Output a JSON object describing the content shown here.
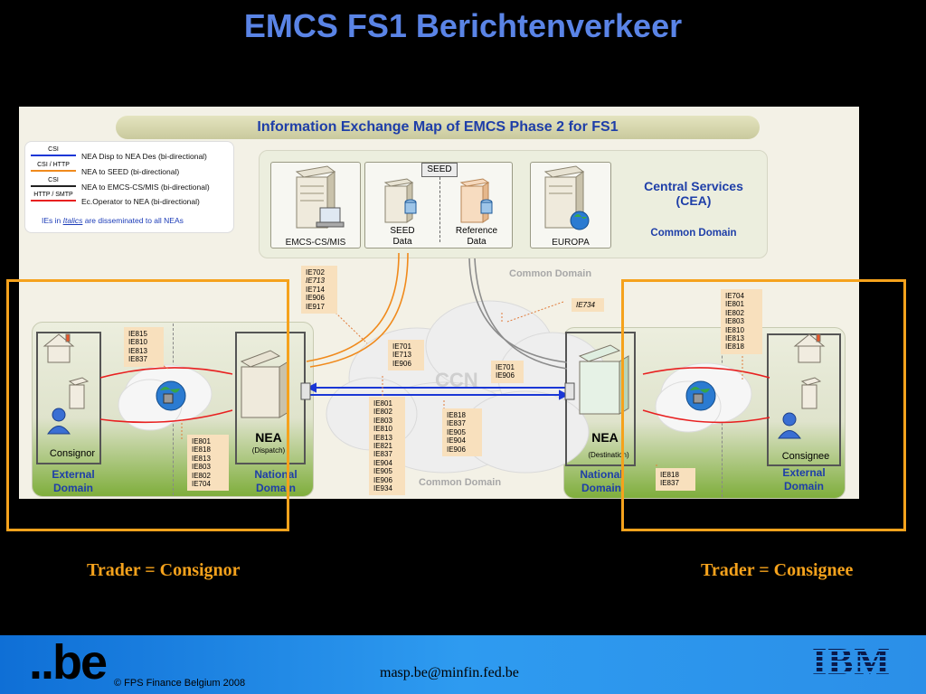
{
  "title": "EMCS FS1 Berichtenverkeer",
  "header": "Information Exchange Map of EMCS Phase 2 for FS1",
  "legend": {
    "items": [
      {
        "tag": "CSI",
        "text": "NEA Disp to NEA Des (bi-directional)",
        "color": "#1a37d6"
      },
      {
        "tag": "CSI / HTTP",
        "text": "NEA to SEED (bi-directional)",
        "color": "#f08a1c"
      },
      {
        "tag": "CSI",
        "text": "NEA to EMCS-CS/MIS (bi-directional)",
        "color": "#222222"
      },
      {
        "tag": "HTTP / SMTP",
        "text": "Ec.Operator to NEA (bi-directional)",
        "color": "#e82020"
      }
    ],
    "note_prefix": "IEs in",
    "note_italic": "Italics",
    "note_suffix": "are disseminated to all NEAs"
  },
  "central": {
    "servers": {
      "emcs": "EMCS-CS/MIS",
      "seed_tag": "SEED",
      "seed_data": "SEED\nData",
      "reference_data": "Reference\nData",
      "europa": "EUROPA"
    },
    "title": "Central Services\n(CEA)",
    "common": "Common Domain"
  },
  "domains": {
    "common_top": "Common Domain",
    "common_bottom": "Common Domain",
    "left_external": "External\nDomain",
    "left_national": "National\nDomain",
    "right_national": "National\nDomain",
    "right_external": "External\nDomain"
  },
  "nodes": {
    "nea": "NEA",
    "dispatch": "(Dispatch)",
    "destination": "(Destination)",
    "consignor": "Consignor",
    "consignee": "Consignee",
    "ccn": "CCN"
  },
  "ie_lists": {
    "seed_out": [
      "IE702",
      "IE713",
      "IE714",
      "IE906",
      "IE917"
    ],
    "consignor_in": [
      "IE815",
      "IE810",
      "IE813",
      "IE837"
    ],
    "consignor_out": [
      "IE801",
      "IE818",
      "IE813",
      "IE803",
      "IE802",
      "IE704"
    ],
    "nea_to_cs": [
      "IE701",
      "IE713",
      "IE906"
    ],
    "cs_to_dest": [
      "IE701",
      "IE906"
    ],
    "ie734": [
      "IE734"
    ],
    "disp_to_dest": [
      "IE801",
      "IE802",
      "IE803",
      "IE810",
      "IE813",
      "IE821",
      "IE837",
      "IE904",
      "IE905",
      "IE906",
      "IE934"
    ],
    "dest_to_disp": [
      "IE818",
      "IE837",
      "IE905",
      "IE904",
      "IE906"
    ],
    "consignee_in": [
      "IE704",
      "IE801",
      "IE802",
      "IE803",
      "IE810",
      "IE813",
      "IE818"
    ],
    "consignee_out": [
      "IE818",
      "IE837"
    ]
  },
  "traders": {
    "left": "Trader = Consignor",
    "right": "Trader = Consignee"
  },
  "footer": {
    "logo": ".be",
    "copyright": "© FPS Finance Belgium 2008",
    "email": "masp.be@minfin.fed.be",
    "ibm": "IBM"
  }
}
